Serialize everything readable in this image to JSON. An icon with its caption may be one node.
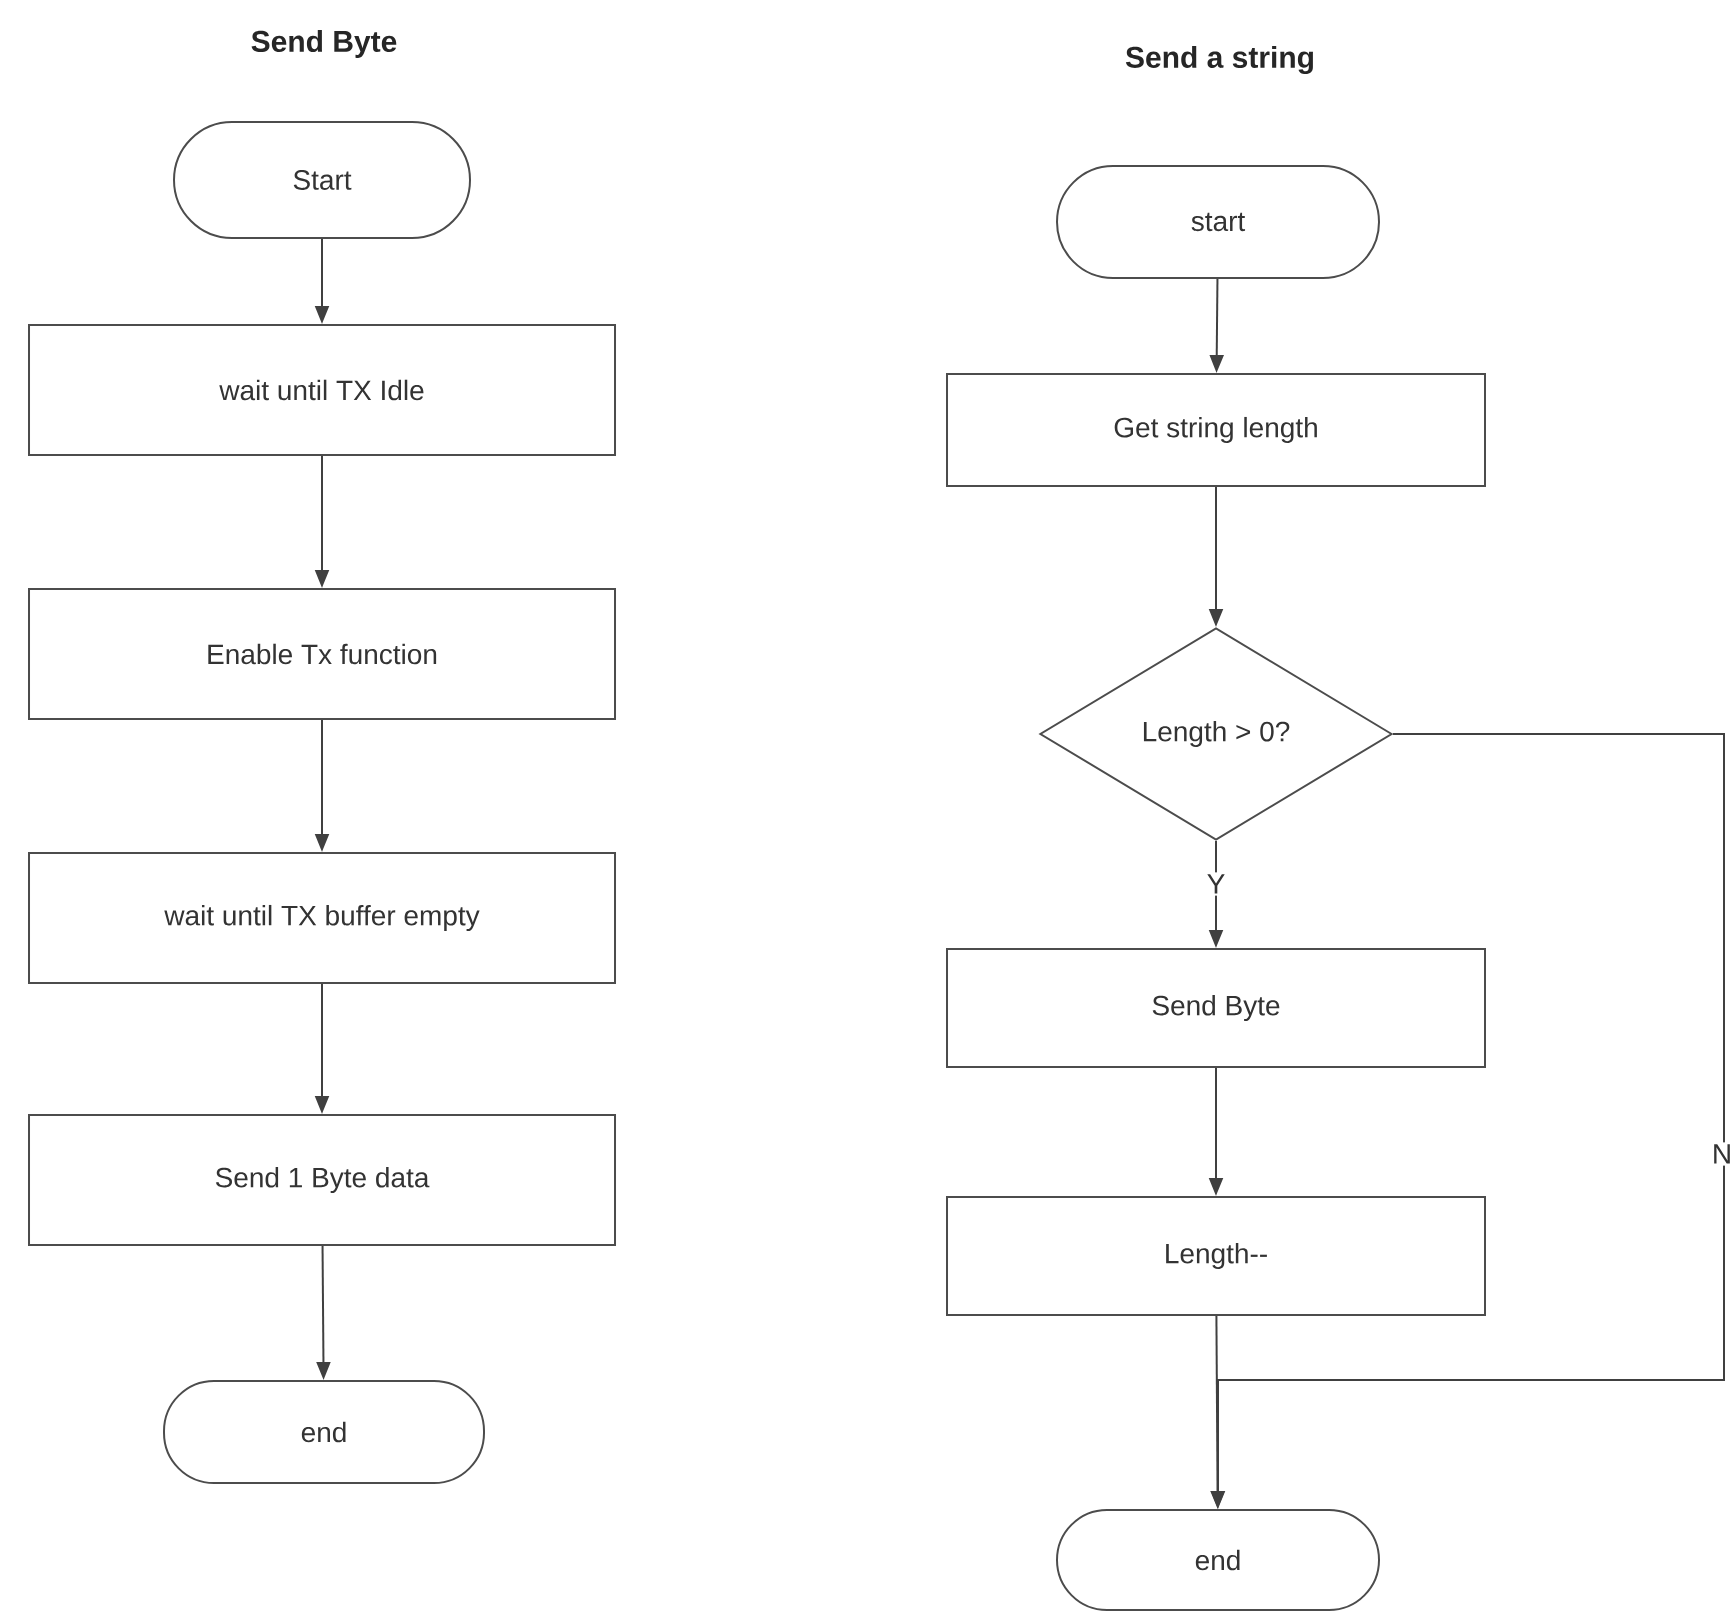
{
  "diagram": {
    "nodes": [
      {
        "text": [
          "Start"
        ]
      },
      {
        "text": [
          "wait until TX Idle"
        ]
      },
      {
        "text": [
          "Enable Tx function"
        ]
      },
      {
        "text": [
          "wait until TX buffer empty"
        ]
      },
      {
        "text": [
          "Send 1 Byte data"
        ]
      },
      {
        "text": [
          "end"
        ]
      },
      {
        "text": [
          "start"
        ]
      },
      {
        "text": [
          "Get string length"
        ]
      },
      {
        "text": [
          "Length > 0?"
        ]
      },
      {
        "text": [
          "Send Byte"
        ]
      },
      {
        "text": [
          "Length--"
        ]
      },
      {
        "text": [
          "end"
        ]
      }
    ],
    "edges": [
      {
        "from": 0,
        "to": 1,
        "arrow": "to"
      },
      {
        "from": 1,
        "to": 2,
        "arrow": "to"
      },
      {
        "from": 2,
        "to": 3,
        "arrow": "to"
      },
      {
        "from": 3,
        "to": 4,
        "arrow": "to"
      },
      {
        "from": 4,
        "to": 5,
        "arrow": "to"
      },
      {
        "from": 6,
        "to": 7,
        "arrow": "to"
      },
      {
        "from": 7,
        "to": 8,
        "arrow": "to"
      },
      {
        "from": 8,
        "to": 9,
        "arrow": "to",
        "label": "Y"
      },
      {
        "from": 9,
        "to": 10,
        "arrow": "to"
      },
      {
        "from": 10,
        "to": 11,
        "arrow": "to"
      },
      {
        "from": 8,
        "to": 11,
        "arrow": "to",
        "label": "N"
      }
    ],
    "labels": [
      "Send Byte",
      "Send a string"
    ]
  }
}
